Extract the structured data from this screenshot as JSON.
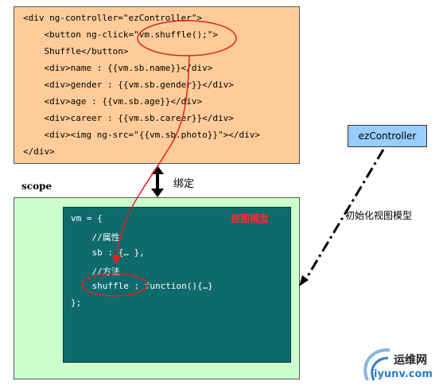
{
  "template_code": [
    "<div ng-controller=\"ezController\">",
    "    <button ng-click=\"vm.shuffle();\">",
    "    Shuffle</button>",
    "    <div>name : {{vm.sb.name}}</div>",
    "    <div>gender : {{vm.sb.gender}}</div>",
    "    <div>age : {{vm.sb.age}}</div>",
    "    <div>career : {{vm.sb.career}}</div>",
    "    <div><img ng-src=\"{{vm.sb.photo}}\"></div>",
    "</div>"
  ],
  "binding_label": "绑定",
  "scope_label": "scope",
  "view_model": {
    "title": "视图模型",
    "code": [
      "vm = {",
      "    //属性",
      "    sb : {… },",
      "    //方法",
      "    shuffle : function(){…}",
      "};"
    ]
  },
  "controller_label": "ezController",
  "init_label": "初始化视图模型",
  "watermark": {
    "cn": "运维网",
    "en": "iyunv.com"
  },
  "colors": {
    "view_bg": "#ffcc99",
    "scope_bg": "#ccffcc",
    "vm_bg": "#0f6b6b",
    "controller_bg": "#99ccff",
    "highlight_red": "#e02020"
  }
}
